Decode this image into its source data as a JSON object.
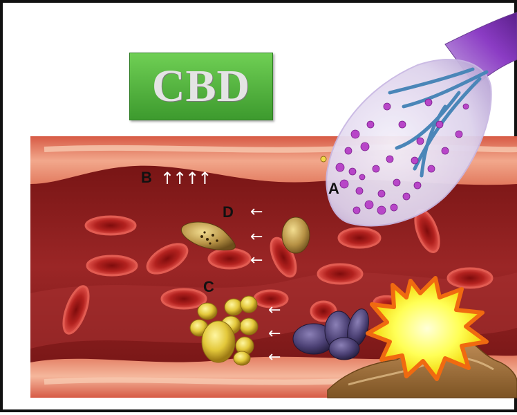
{
  "title": "CBD",
  "labels": {
    "a": "A",
    "b": "B",
    "c": "C",
    "d": "D"
  },
  "arrows": {
    "up": "↑↑↑↑",
    "left": "←"
  },
  "colors": {
    "title_box": "#4caf37",
    "title_text": "#e4e4e4",
    "vessel_wall": "#d9644f",
    "vessel_lumen": "#8e1d1d",
    "rbc": "#c8322b",
    "platelet": "#e6cf3d",
    "monocyte": "#4b4074",
    "flash": "#ffff66"
  }
}
